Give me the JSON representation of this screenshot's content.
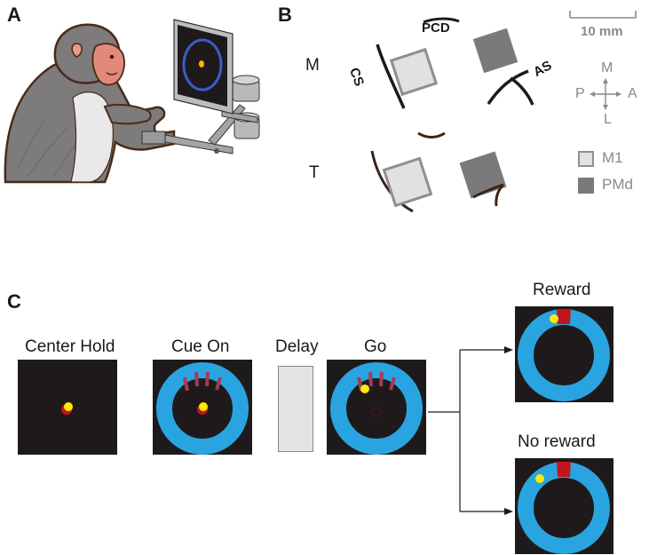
{
  "panels": {
    "a": "A",
    "b": "B",
    "c": "C"
  },
  "panel_b": {
    "rows": [
      "M",
      "T"
    ],
    "sulci": {
      "pcd": "PCD",
      "cs": "CS",
      "as": "AS"
    },
    "scale_bar": "10 mm",
    "compass": {
      "medial": "M",
      "lateral": "L",
      "posterior": "P",
      "anterior": "A"
    },
    "legend": [
      {
        "label": "M1",
        "color": "#e1e1e1",
        "border": "#8f8f8f"
      },
      {
        "label": "PMd",
        "color": "#7a7a7a",
        "border": "#7a7a7a"
      }
    ]
  },
  "panel_c": {
    "stages": [
      "Center Hold",
      "Cue On",
      "Delay",
      "Go"
    ],
    "outcomes": [
      "Reward",
      "No reward"
    ]
  },
  "colors": {
    "ring": "#2aa4e0",
    "screen": "#1e1a1c",
    "cursor": "#ffea00",
    "target": "#c3161c",
    "target_cue": "#a73a52",
    "m1": "#e1e1e1",
    "pmd": "#7a7a7a",
    "sulcus": "#1f1a17"
  }
}
